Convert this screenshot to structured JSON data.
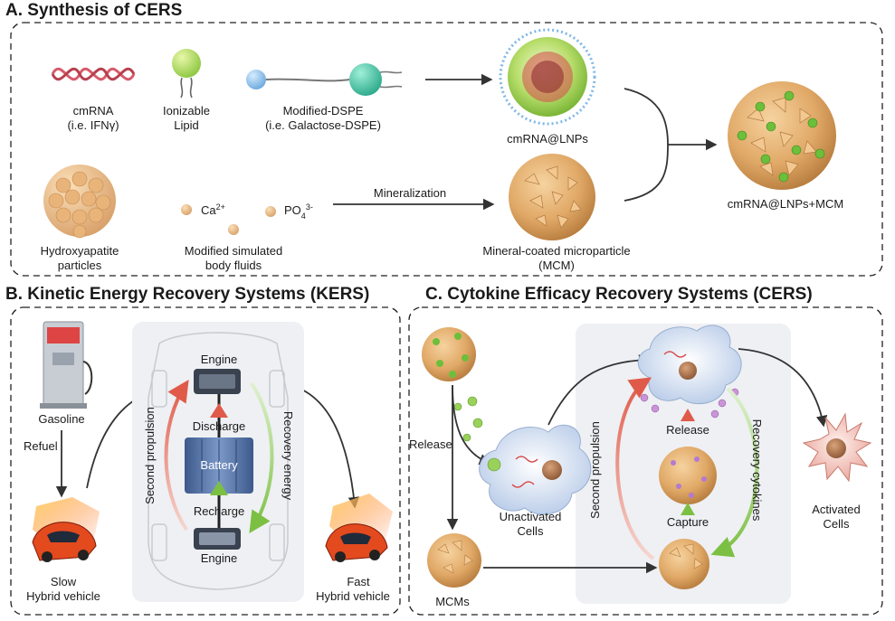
{
  "figure": {
    "panel_a": {
      "title": "A. Synthesis of CERS",
      "cmrna": [
        "cmRNA",
        "(i.e. IFNγ)"
      ],
      "ionizable_lipid": [
        "Ionizable",
        "Lipid"
      ],
      "modified_dspe": [
        "Modified-DSPE",
        "(i.e. Galactose-DSPE)"
      ],
      "lnp": "cmRNA@LNPs",
      "hydroxyapatite": [
        "Hydroxyapatite",
        "particles"
      ],
      "ca": "Ca",
      "ca_sup": "2+",
      "po": "PO",
      "po_sub": "4",
      "po_sup": "3-",
      "sbf": [
        "Modified simulated",
        "body fluids"
      ],
      "mineralization": "Mineralization",
      "mcm": [
        "Mineral-coated microparticle",
        "(MCM)"
      ],
      "product": "cmRNA@LNPs+MCM"
    },
    "panel_b": {
      "title": "B. Kinetic Energy Recovery Systems (KERS)",
      "gasoline": "Gasoline",
      "refuel": "Refuel",
      "engine_top": "Engine",
      "discharge": "Discharge",
      "battery": "Battery",
      "recharge": "Recharge",
      "engine_bottom": "Engine",
      "second_propulsion": "Second propulsion",
      "recovery_energy": "Recovery energy",
      "slow": [
        "Slow",
        "Hybrid vehicle"
      ],
      "fast": [
        "Fast",
        "Hybrid vehicle"
      ]
    },
    "panel_c": {
      "title": "C. Cytokine Efficacy Recovery Systems (CERS)",
      "release_left": "Release",
      "unactivated": [
        "Unactivated",
        "Cells"
      ],
      "mcms": "MCMs",
      "release_center": "Release",
      "capture": "Capture",
      "second_propulsion": "Second propulsion",
      "recovery_cytokines": "Recovery cytokines",
      "activated": [
        "Activated",
        "Cells"
      ]
    }
  },
  "colors": {
    "mineral": "#e8b070",
    "lnp_green": "#7cbf3a",
    "red_arrow": "#e05a4a",
    "green_arrow": "#7cc043",
    "cell": "#dfe8f6"
  }
}
